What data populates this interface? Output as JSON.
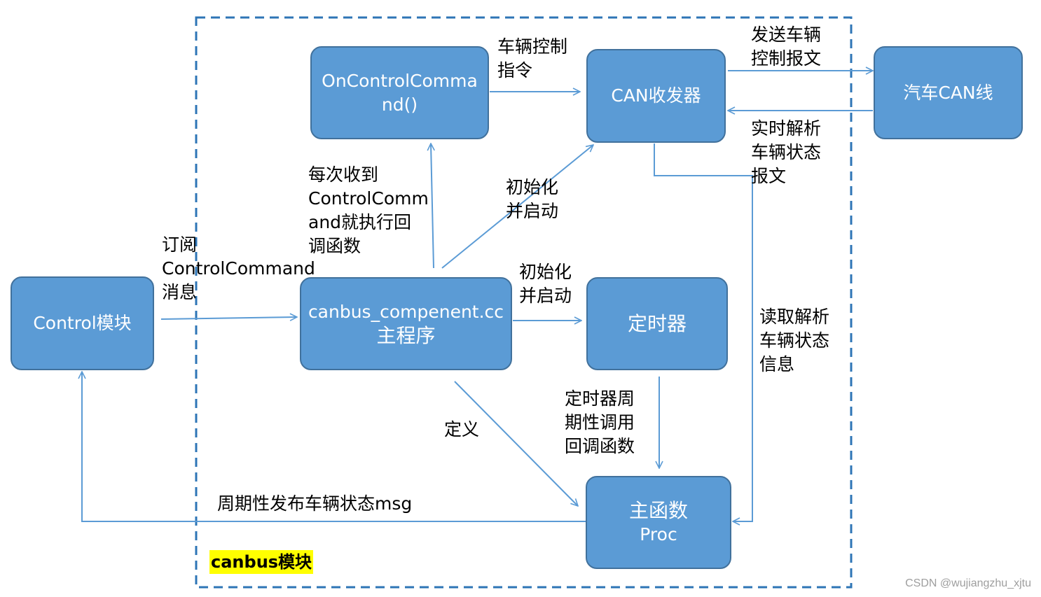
{
  "nodes": {
    "control": [
      "Control模块"
    ],
    "on_control_command": [
      "OnControlComma",
      "nd()"
    ],
    "can_transceiver": [
      "CAN收发器"
    ],
    "car_can_bus": [
      "汽车CAN线"
    ],
    "canbus_main": [
      "canbus_compenent.cc",
      "主程序"
    ],
    "timer": [
      "定时器"
    ],
    "main_function": [
      "主函数",
      "Proc"
    ]
  },
  "edge_labels": {
    "subscribe": [
      "订阅",
      "ControlCommand",
      "消息"
    ],
    "callback": [
      "每次收到",
      "ControlComm",
      "and就执行回",
      "调函数"
    ],
    "control_cmd": [
      "车辆控制",
      "指令"
    ],
    "send_control": [
      "发送车辆",
      "控制报文"
    ],
    "realtime_parse": [
      "实时解析",
      "车辆状态",
      "报文"
    ],
    "init_start_can": [
      "初始化",
      "并启动"
    ],
    "init_start_timer": [
      "初始化",
      "并启动"
    ],
    "read_parse": [
      "读取解析",
      "车辆状态",
      "信息"
    ],
    "define": [
      "定义"
    ],
    "timer_callback": [
      "定时器周",
      "期性调用",
      "回调函数"
    ],
    "publish": [
      "周期性发布车辆状态msg"
    ]
  },
  "module_label": "canbus模块",
  "watermark": "CSDN @wujiangzhu_xjtu",
  "colors": {
    "node_fill": "#5b9bd5",
    "node_border": "#41719c",
    "arrow": "#5b9bd5",
    "boundary": "#2e75b6",
    "highlight": "#ffff00"
  }
}
